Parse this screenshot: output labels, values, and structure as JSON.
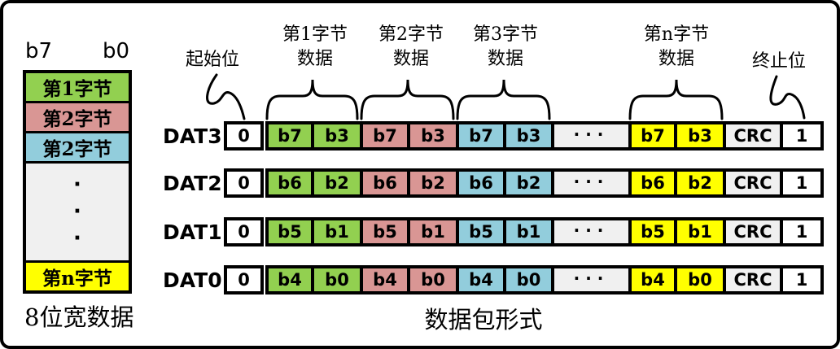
{
  "colors": {
    "green": "#92D050",
    "pink": "#D99694",
    "blue": "#92CDDC",
    "yellow": "#FFFF00",
    "gray": "#F0F0F0",
    "border": "#000000"
  },
  "left_panel": {
    "bit_high": "b7",
    "bit_low": "b0",
    "rows": [
      {
        "label": "第1字节",
        "color": "#92D050"
      },
      {
        "label": "第2字节",
        "color": "#D99694"
      },
      {
        "label": "第2字节",
        "color": "#92CDDC"
      },
      {
        "label": "第n字节",
        "color": "#FFFF00"
      }
    ],
    "dots": "·\n·\n·",
    "caption": "8位宽数据"
  },
  "packet": {
    "caption": "数据包形式",
    "annotations": {
      "start": "起始位",
      "byte1": [
        "第1字节",
        "数据"
      ],
      "byte2": [
        "第2字节",
        "数据"
      ],
      "byte3": [
        "第3字节",
        "数据"
      ],
      "byten": [
        "第n字节",
        "数据"
      ],
      "stop": "终止位"
    },
    "rows": [
      {
        "name": "DAT3",
        "cells": [
          "0",
          "b7",
          "b3",
          "b7",
          "b3",
          "b7",
          "b3",
          "···",
          "b7",
          "b3",
          "CRC",
          "1"
        ]
      },
      {
        "name": "DAT2",
        "cells": [
          "0",
          "b6",
          "b2",
          "b6",
          "b2",
          "b6",
          "b2",
          "···",
          "b6",
          "b2",
          "CRC",
          "1"
        ]
      },
      {
        "name": "DAT1",
        "cells": [
          "0",
          "b5",
          "b1",
          "b5",
          "b1",
          "b5",
          "b1",
          "···",
          "b5",
          "b1",
          "CRC",
          "1"
        ]
      },
      {
        "name": "DAT0",
        "cells": [
          "0",
          "b4",
          "b0",
          "b4",
          "b0",
          "b4",
          "b0",
          "···",
          "b4",
          "b0",
          "CRC",
          "1"
        ]
      }
    ]
  }
}
